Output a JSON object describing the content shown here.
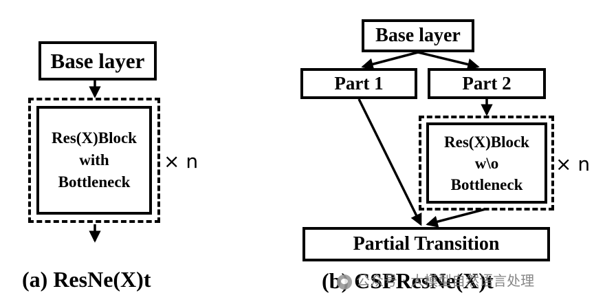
{
  "left": {
    "base_layer": "Base layer",
    "block_lines": [
      "Res(X)Block",
      "with",
      "Bottleneck"
    ],
    "repeat": "× n",
    "caption": "(a) ResNe(X)t"
  },
  "right": {
    "base_layer": "Base layer",
    "part1": "Part 1",
    "part2": "Part 2",
    "block_lines": [
      "Res(X)Block",
      "w\\o",
      "Bottleneck"
    ],
    "repeat": "× n",
    "transition": "Partial Transition",
    "caption": "(b) CSPResNe(X)t"
  },
  "watermark": "公众号 · 大模型自然语言处理"
}
